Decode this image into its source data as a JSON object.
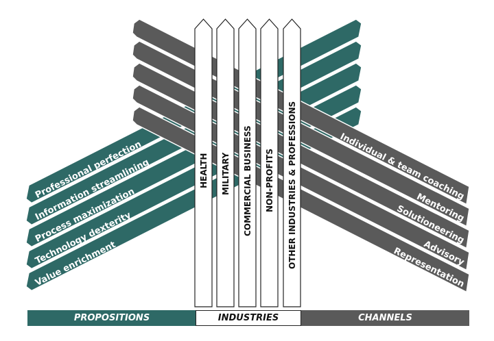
{
  "colors": {
    "teal": "#2e6966",
    "gray": "#5a5a5a",
    "white": "#ffffff",
    "outline": "#222222"
  },
  "propositions": [
    {
      "label": "Professional perfection"
    },
    {
      "label": "Information streamlining"
    },
    {
      "label": "Process maximization"
    },
    {
      "label": "Technology dexterity"
    },
    {
      "label": "Value enrichment"
    }
  ],
  "channels": [
    {
      "label": "Individual & team coaching"
    },
    {
      "label": "Mentoring"
    },
    {
      "label": "Solutioneering"
    },
    {
      "label": "Advisory"
    },
    {
      "label": "Representation"
    }
  ],
  "industries": [
    {
      "label": "HEALTH"
    },
    {
      "label": "MILITARY"
    },
    {
      "label": "COMMERCIAL BUSINESS"
    },
    {
      "label": "NON-PROFITS"
    },
    {
      "label": "OTHER INDUSTRIES & PROFESSIONS"
    }
  ],
  "footer": {
    "propositions": "PROPOSITIONS",
    "industries": "INDUSTRIES",
    "channels": "CHANNELS"
  }
}
